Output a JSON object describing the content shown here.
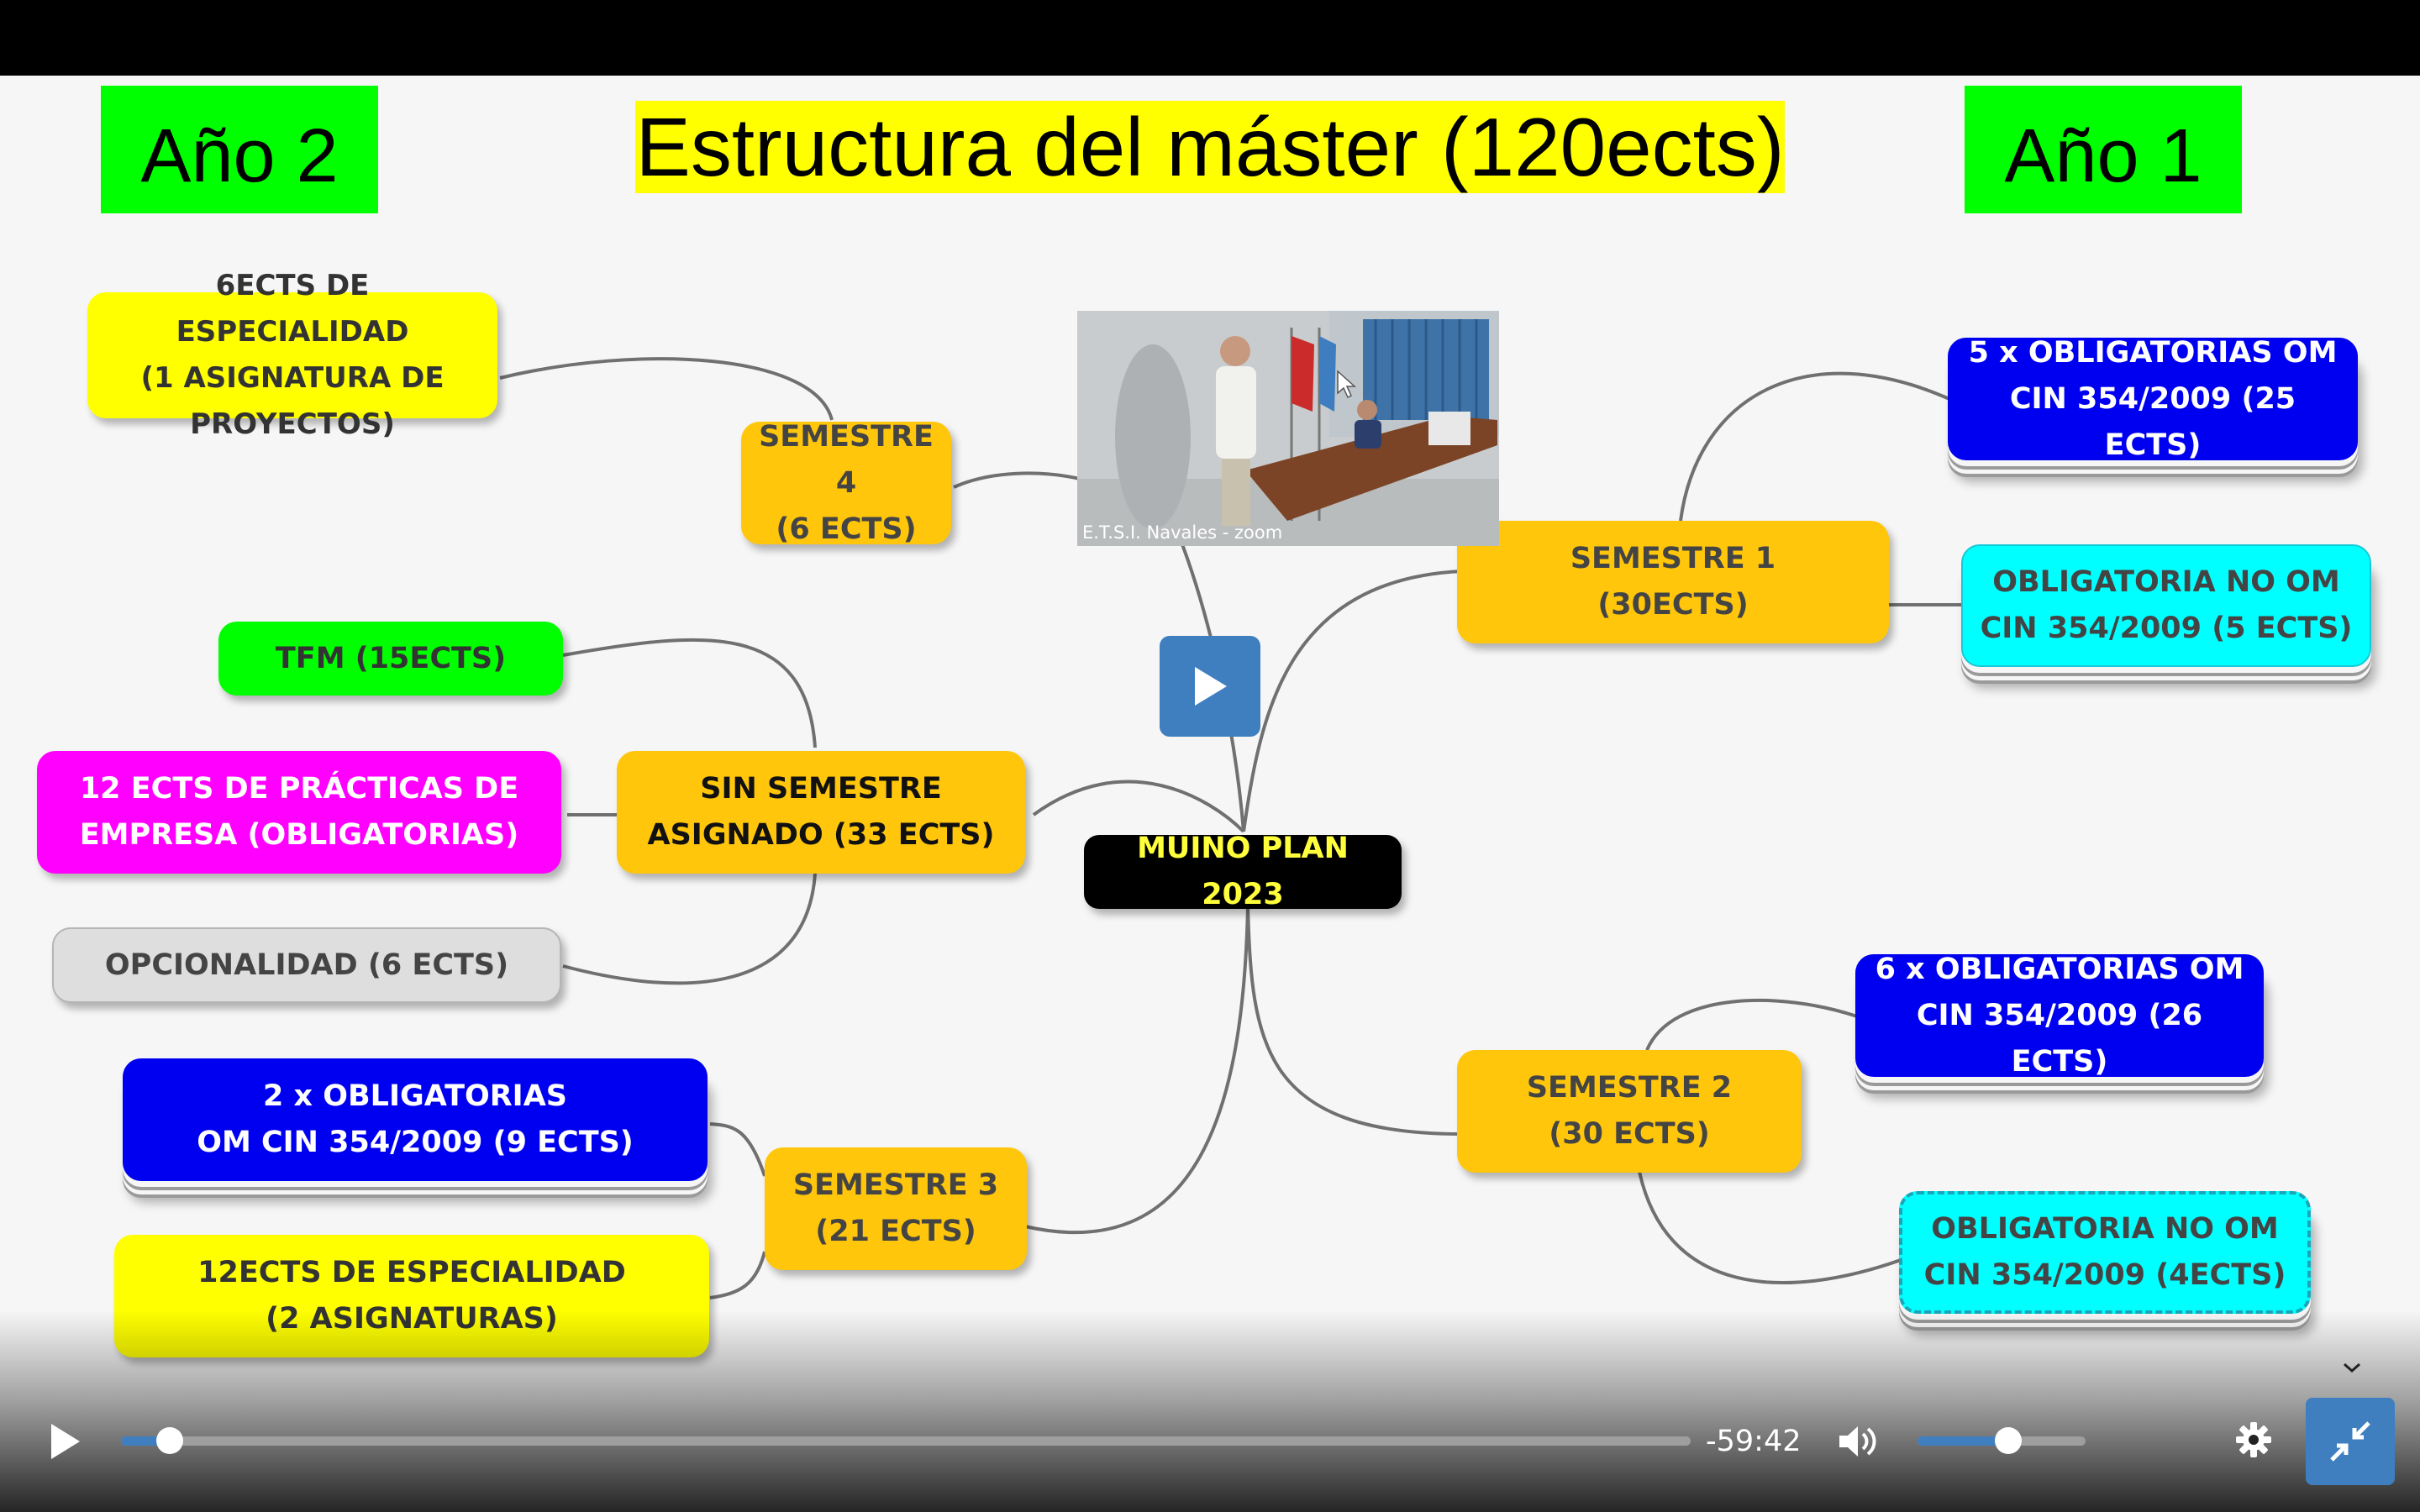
{
  "slide": {
    "title": "Estructura del máster (120ects)",
    "year_left": "Año 2",
    "year_right": "Año 1"
  },
  "mindmap": {
    "center": "MUINO PLAN 2023",
    "semestre4": {
      "line1": "SEMESTRE 4",
      "line2": "(6 ECTS)"
    },
    "proyectos": {
      "line1": "6ECTS DE ESPECIALIDAD",
      "line2": "(1 ASIGNATURA DE",
      "line3": "PROYECTOS)"
    },
    "sin_semestre": {
      "line1": "SIN SEMESTRE",
      "line2": "ASIGNADO (33 ECTS)"
    },
    "tfm": "TFM (15ECTS)",
    "practicas": {
      "line1": "12 ECTS DE PRÁCTICAS DE",
      "line2": "EMPRESA (OBLIGATORIAS)"
    },
    "opcionalidad": "OPCIONALIDAD (6 ECTS)",
    "semestre3": {
      "line1": "SEMESTRE 3",
      "line2": "(21 ECTS)"
    },
    "s3_obligatorias": {
      "line1": "2 x OBLIGATORIAS",
      "line2": "OM CIN 354/2009 (9 ECTS)"
    },
    "s3_especialidad": {
      "line1": "12ECTS DE ESPECIALIDAD",
      "line2": "(2 ASIGNATURAS)"
    },
    "semestre1": {
      "line1": "SEMESTRE 1",
      "line2": "(30ECTS)"
    },
    "s1_obligatorias": {
      "line1": "5 x OBLIGATORIAS OM",
      "line2": "CIN 354/2009 (25 ECTS)"
    },
    "s1_no_om": {
      "line1": "OBLIGATORIA NO OM",
      "line2": "CIN 354/2009 (5 ECTS)"
    },
    "semestre2": {
      "line1": "SEMESTRE 2",
      "line2": "(30 ECTS)"
    },
    "s2_obligatorias": {
      "line1": "6 x OBLIGATORIAS OM",
      "line2": "CIN 354/2009 (26 ECTS)"
    },
    "s2_no_om": {
      "line1": "OBLIGATORIA NO OM",
      "line2": "CIN 354/2009 (4ECTS)"
    }
  },
  "camera": {
    "label": "E.T.S.I. Navales - zoom"
  },
  "player": {
    "time_remaining": "-59:42",
    "progress_fraction": 0.031,
    "volume_fraction": 0.54
  },
  "colors": {
    "semester": "#ffc60b",
    "yellow": "#ffff00",
    "green": "#00ff00",
    "magenta": "#ff00ff",
    "blue": "#0000f0",
    "cyan": "#00ffff",
    "gray": "#dedede",
    "accent": "#3f7fc0"
  },
  "icons": {
    "play": "play-icon",
    "volume": "volume-icon",
    "settings": "gear-icon",
    "exit_fullscreen": "exit-fullscreen-icon",
    "collapse": "chevron-down-icon"
  }
}
